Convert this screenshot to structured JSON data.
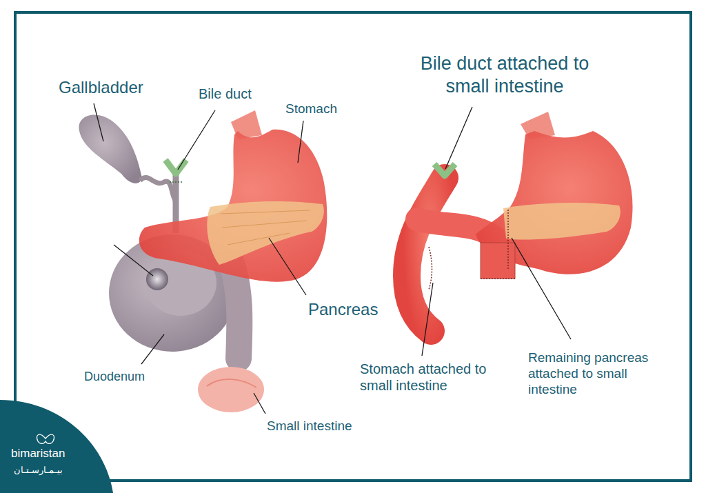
{
  "diagram": {
    "labels": [
      "Gallbladder",
      "Bile duct",
      "Stomach",
      "Pancreas",
      "Duodenum",
      "Small intestine",
      "Bile duct attached to small intestine",
      "Stomach attached to small intestine",
      "Remaining pancreas attached to small intestine",
      "bimaristan",
      "بيـمـارسـتـان"
    ]
  }
}
